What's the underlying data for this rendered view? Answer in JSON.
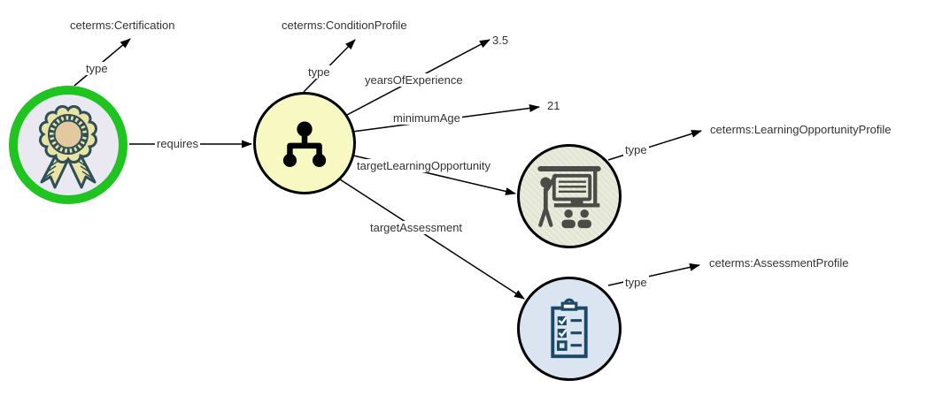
{
  "diagram": {
    "background": "#ffffff",
    "text_color": "#333333",
    "line_color": "#000000",
    "nodes": {
      "certification": {
        "icon": "certification-badge-icon",
        "ring_color": "#20c420",
        "fill": "#eae8f0",
        "badge_cream": "#eae4a4",
        "badge_teal": "#2f4e58",
        "badge_tan": "#e2c9a0",
        "type_label": "ceterms:Certification"
      },
      "condition_profile": {
        "icon": "hierarchy-icon",
        "fill": "#f8f8c2",
        "icon_color": "#000000",
        "type_label": "ceterms:ConditionProfile"
      },
      "learning_opportunity": {
        "icon": "classroom-icon",
        "fill": "#e9ecdc",
        "icon_color": "#4b4b47",
        "type_label": "ceterms:LearningOpportunityProfile"
      },
      "assessment": {
        "icon": "checklist-clipboard-icon",
        "fill": "#dbe5f1",
        "icon_color": "#1a4a66",
        "type_label": "ceterms:AssessmentProfile"
      }
    },
    "edges": {
      "certification_type": {
        "label": "type"
      },
      "requires": {
        "label": "requires"
      },
      "condition_type": {
        "label": "type"
      },
      "years_of_experience": {
        "label": "yearsOfExperience",
        "value": "3.5"
      },
      "minimum_age": {
        "label": "minimumAge",
        "value": "21"
      },
      "target_learning_opportunity": {
        "label": "targetLearningOpportunity"
      },
      "target_assessment": {
        "label": "targetAssessment"
      },
      "learning_type": {
        "label": "type"
      },
      "assessment_type": {
        "label": "type"
      }
    }
  }
}
